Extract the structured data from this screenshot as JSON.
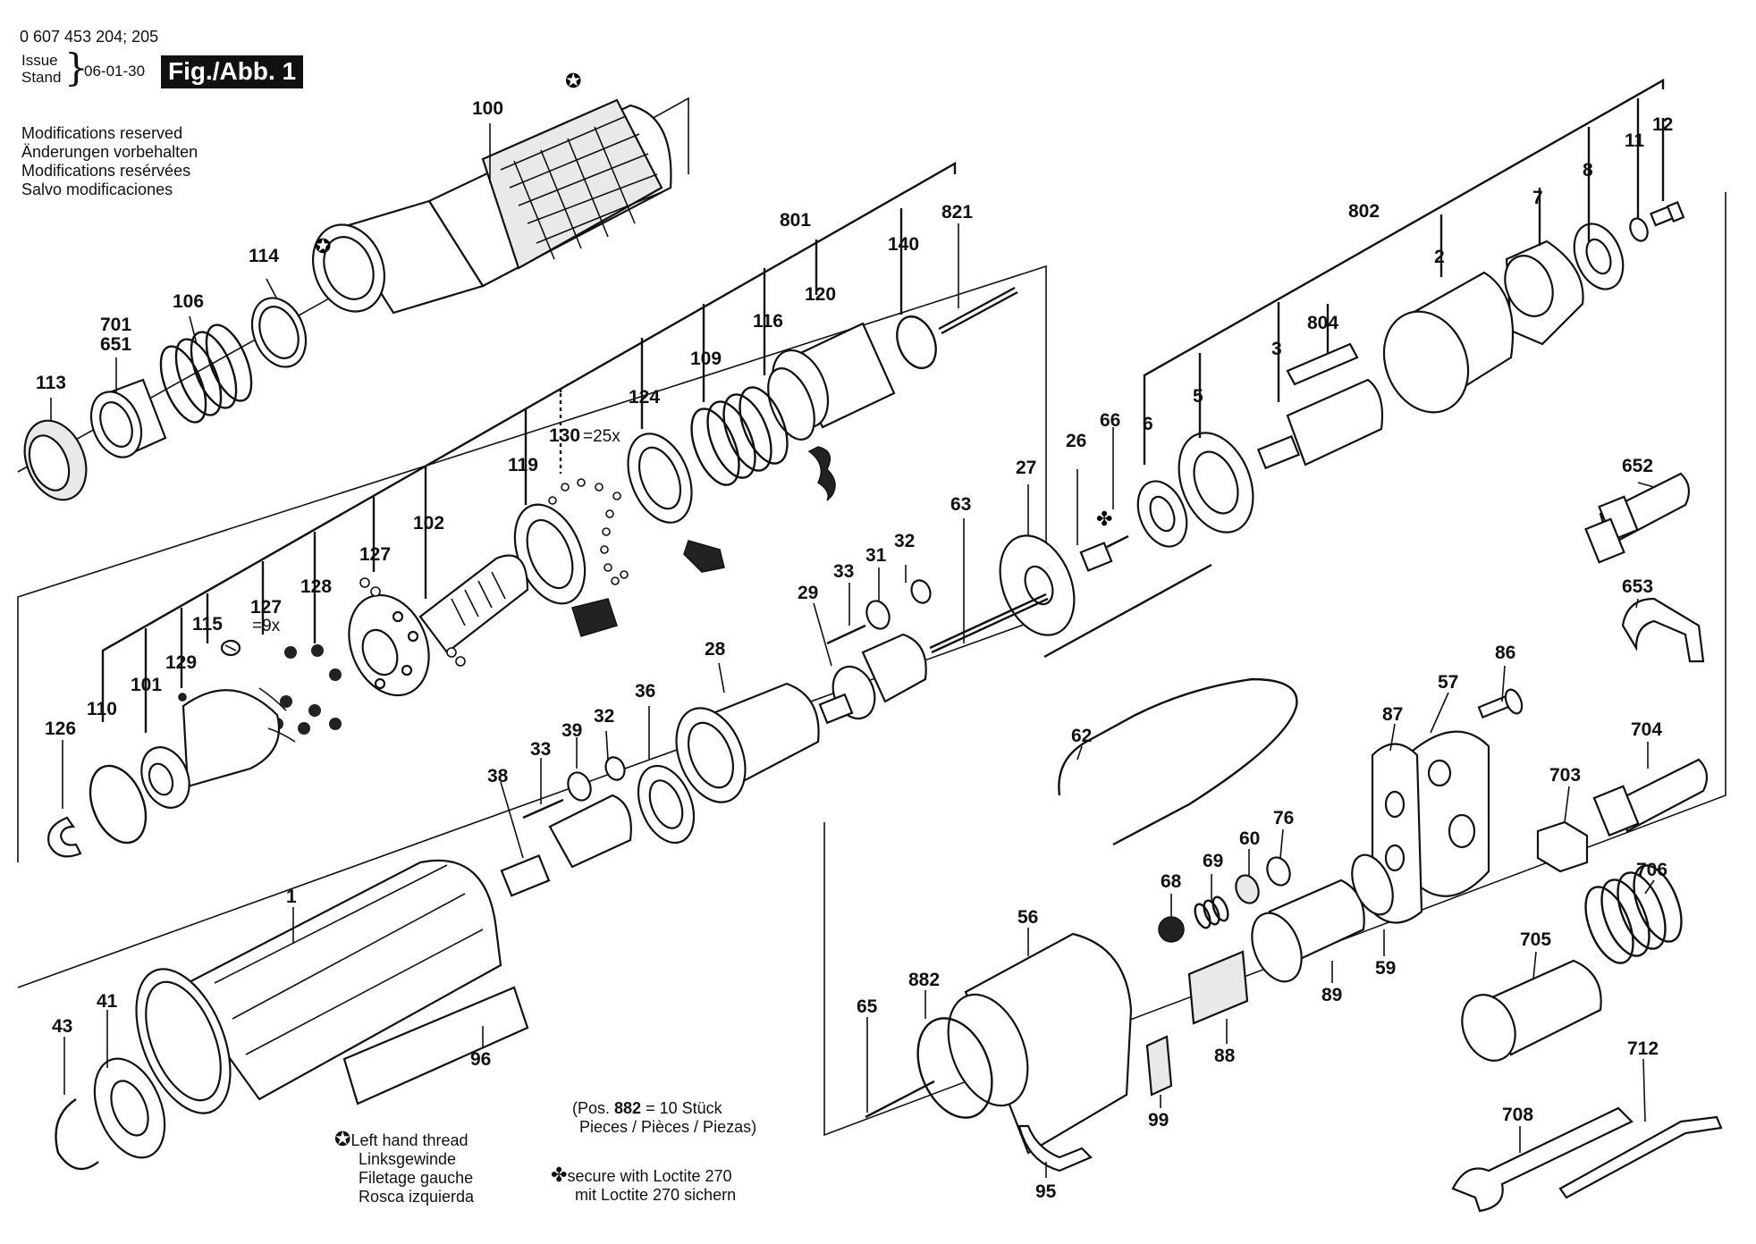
{
  "header": {
    "doc_number": "0 607 453 204; 205",
    "issue_label": "Issue",
    "stand_label": "Stand",
    "date": "06-01-30",
    "figure_label": "Fig./Abb. 1"
  },
  "modifications": [
    "Modifications reserved",
    "Änderungen vorbehalten",
    "Modifications resérvées",
    "Salvo modificaciones"
  ],
  "callouts": {
    "c100": "100",
    "c114": "114",
    "c701": "701",
    "c651": "651",
    "c106": "106",
    "c113": "113",
    "c801": "801",
    "c821": "821",
    "c140": "140",
    "c120": "120",
    "c116": "116",
    "c109": "109",
    "c124": "124",
    "c130": "130",
    "c130q": "=25x",
    "c119": "119",
    "c102": "102",
    "c127a": "127",
    "c128": "128",
    "c127b": "127",
    "c127q": "=9x",
    "c115": "115",
    "c129": "129",
    "c101": "101",
    "c110": "110",
    "c126": "126",
    "c802": "802",
    "c12": "12",
    "c11": "11",
    "c8": "8",
    "c7": "7",
    "c2": "2",
    "c804": "804",
    "c3": "3",
    "c5": "5",
    "c6": "6",
    "c66": "66",
    "c26": "26",
    "c27": "27",
    "c63": "63",
    "c32a": "32",
    "c31": "31",
    "c33a": "33",
    "c29": "29",
    "c28": "28",
    "c36": "36",
    "c32b": "32",
    "c39": "39",
    "c33b": "33",
    "c38": "38",
    "c652": "652",
    "c653": "653",
    "c86": "86",
    "c57": "57",
    "c87": "87",
    "c704": "704",
    "c703": "703",
    "c706": "706",
    "c705": "705",
    "c62": "62",
    "c76": "76",
    "c60": "60",
    "c69": "69",
    "c68": "68",
    "c56": "56",
    "c59": "59",
    "c89": "89",
    "c882": "882",
    "c65": "65",
    "c88": "88",
    "c99": "99",
    "c95": "95",
    "c712": "712",
    "c708": "708",
    "c1": "1",
    "c41": "41",
    "c43": "43",
    "c96": "96"
  },
  "notes": {
    "pos_note_line1": "(Pos. ",
    "pos_note_bold": "882",
    "pos_note_line1_rest": " = 10 Stück",
    "pos_note_line2": "Pieces / Pièces / Piezas)",
    "left_thread_symbol": "✪",
    "left_thread": [
      "Left hand thread",
      "Linksgewinde",
      "Filetage gauche",
      "Rosca izquierda"
    ],
    "loctite_symbol": "✤",
    "loctite": [
      "secure with Loctite 270",
      "mit Loctite 270 sichern"
    ]
  }
}
